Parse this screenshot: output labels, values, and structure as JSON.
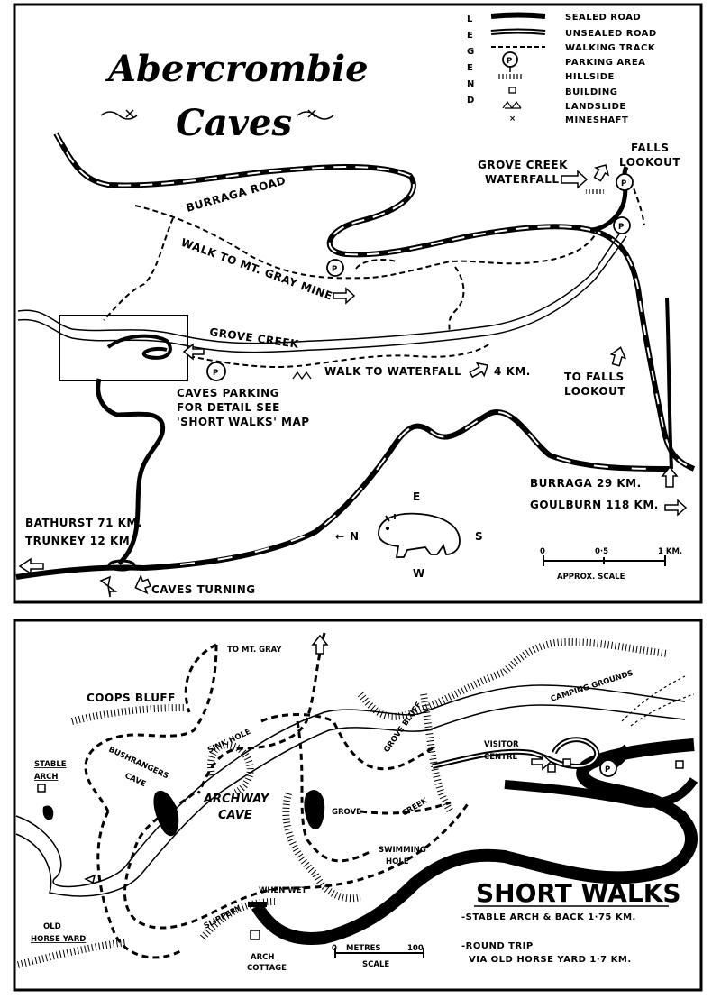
{
  "map": {
    "title_line1": "Abercrombie",
    "title_line2": "Caves",
    "legend": {
      "heading": [
        "L",
        "E",
        "G",
        "E",
        "N",
        "D"
      ],
      "items": [
        {
          "symbol": "sealed-road",
          "label": "SEALED ROAD"
        },
        {
          "symbol": "unsealed-road",
          "label": "UNSEALED ROAD"
        },
        {
          "symbol": "walking-track",
          "label": "WALKING TRACK"
        },
        {
          "symbol": "parking",
          "label": "PARKING AREA"
        },
        {
          "symbol": "hillside",
          "label": "HILLSIDE"
        },
        {
          "symbol": "building",
          "label": "BUILDING"
        },
        {
          "symbol": "landslide",
          "label": "LANDSLIDE"
        },
        {
          "symbol": "mineshaft",
          "label": "MINESHAFT"
        }
      ]
    },
    "labels": {
      "burraga_road": "BURRAGA ROAD",
      "walk_mt_gray": "WALK TO MT. GRAY MINE",
      "grove_creek": "GROVE CREEK",
      "walk_waterfall": "WALK TO WATERFALL",
      "walk_waterfall_dist": "4 KM.",
      "grove_creek_waterfall_1": "GROVE CREEK",
      "grove_creek_waterfall_2": "WATERFALL",
      "falls_lookout_1": "FALLS",
      "falls_lookout_2": "LOOKOUT",
      "to_falls_1": "TO FALLS",
      "to_falls_2": "LOOKOUT",
      "caves_parking_1": "CAVES PARKING",
      "caves_parking_2": "FOR DETAIL SEE",
      "caves_parking_3": "'SHORT WALKS' MAP",
      "burraga_dist": "BURRAGA   29 KM.",
      "goulburn_dist": "GOULBURN  118 KM.",
      "bathurst_dist": "BATHURST 71 KM.",
      "trunkey_dist": "TRUNKEY  12 KM.",
      "caves_turning": "CAVES TURNING",
      "parking_symbol": "P"
    },
    "compass": {
      "e": "E",
      "n": "N",
      "s": "S",
      "w": "W",
      "arrow": "←"
    },
    "scale": {
      "zero": "0",
      "mid": "0·5",
      "max": "1 KM.",
      "caption": "APPROX. SCALE"
    }
  },
  "short_walks": {
    "title": "SHORT WALKS",
    "route1": "-STABLE ARCH & BACK 1·75 KM.",
    "route2a": "-ROUND TRIP",
    "route2b": "VIA OLD HORSE YARD 1·7 KM.",
    "labels": {
      "to_mt_gray": "TO MT. GRAY",
      "coops_bluff": "COOPS BLUFF",
      "stable_arch_1": "STABLE",
      "stable_arch_2": "ARCH",
      "bushrangers_1": "BUSHRANGERS",
      "bushrangers_2": "CAVE",
      "sink_hole": "SINK HOLE",
      "archway_1": "ARCHWAY",
      "archway_2": "CAVE",
      "grove_bluff": "GROVE BLUFF",
      "grove": "GROVE",
      "creek": "CREEK",
      "swimming_1": "SWIMMING",
      "swimming_2": "HOLE",
      "visitor_1": "VISITOR",
      "visitor_2": "CENTRE",
      "camping": "CAMPING GROUNDS",
      "slippery": "SLIPPERY",
      "when_wet": "WHEN WET",
      "old_1": "OLD",
      "old_2": "HORSE YARD",
      "arch_cottage_1": "ARCH",
      "arch_cottage_2": "COTTAGE",
      "parking_symbol": "P"
    },
    "scale": {
      "zero": "0",
      "unit": "METRES",
      "max": "100",
      "caption": "SCALE"
    }
  }
}
